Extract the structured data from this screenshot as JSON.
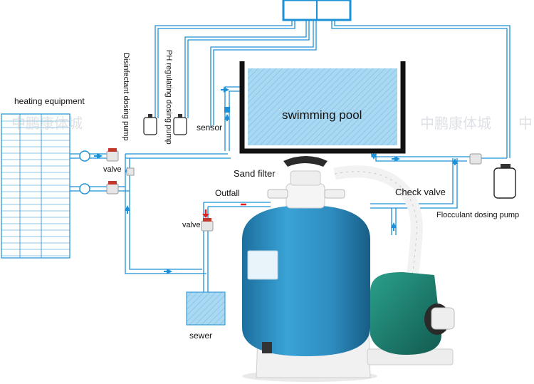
{
  "labels": {
    "heating_equipment": "heating equipment",
    "disinfectant_pump": "Disinfectant dosing pump",
    "ph_pump": "PH regulating dosing pump",
    "sensor": "sensor",
    "swimming_pool": "swimming pool",
    "valve_left": "valve",
    "sand_filter": "Sand filter",
    "outfall": "Outfall",
    "valve_outfall": "valve",
    "check_valve": "Check valve",
    "flocculant_pump": "Flocculant dosing pump",
    "sewer": "sewer"
  },
  "watermarks": [
    "中鹏康体城",
    "中鹏康体城",
    "中"
  ],
  "colors": {
    "pipe": "#1e90d6",
    "pool_fill": "#9fd4f0",
    "tank_blue": "#2f8fc4",
    "pump_green": "#1e7d6e",
    "flow_red": "#e02020"
  }
}
